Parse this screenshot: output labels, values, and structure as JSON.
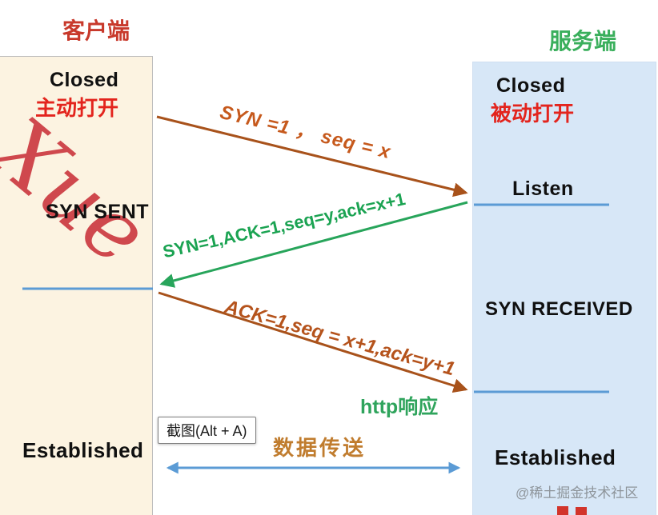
{
  "client": {
    "title": "客户端",
    "states": {
      "closed": "Closed",
      "open_mode": "主动打开",
      "syn_sent": "SYN SENT",
      "established": "Established"
    }
  },
  "server": {
    "title": "服务端",
    "states": {
      "closed": "Closed",
      "open_mode": "被动打开",
      "listen": "Listen",
      "syn_received": "SYN RECEIVED",
      "established": "Established"
    }
  },
  "messages": {
    "syn": "SYN =1 ， seq = x",
    "syn_ack": "SYN=1,ACK=1,seq=y,ack=x+1",
    "ack": "ACK=1,seq = x+1,ack=y+1"
  },
  "annotations": {
    "http_response": "http响应",
    "data_transfer": "数据传送"
  },
  "overlay": {
    "screenshot_tooltip": "截图(Alt + A)"
  },
  "watermarks": {
    "community": "@稀土掘金技术社区",
    "signature": "Xue"
  },
  "colors": {
    "client_panel_bg": "#fcf3e1",
    "server_panel_bg": "#d7e7f7",
    "client_title_red": "#c8392b",
    "server_title_green": "#3aaf5c",
    "state_red": "#e3241d",
    "arrow_brown": "#a8521b",
    "arrow_green": "#28a55b",
    "timeline_blue": "#5b9bd5"
  }
}
